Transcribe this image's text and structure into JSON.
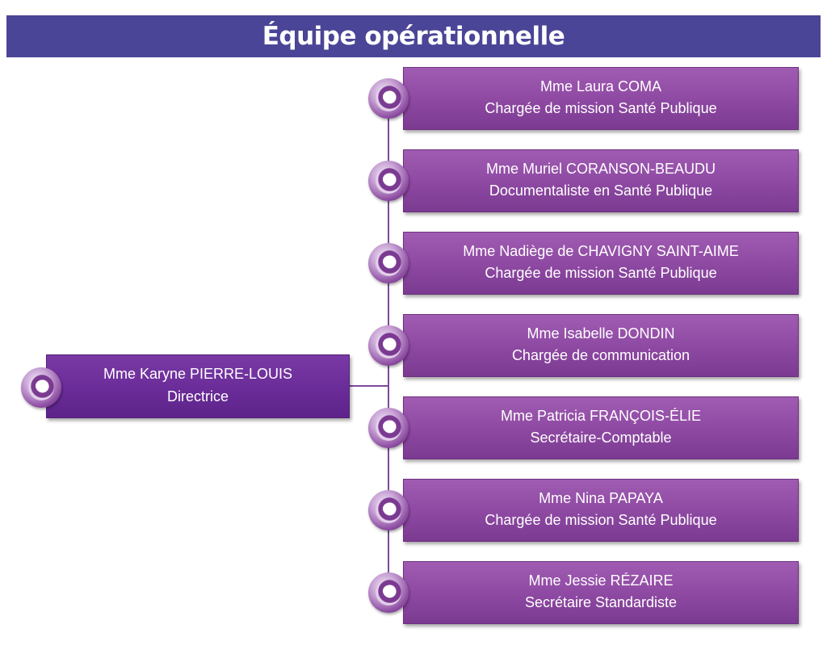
{
  "title": "Équipe opérationnelle",
  "director": {
    "name": "Mme Karyne PIERRE-LOUIS",
    "role": "Directrice"
  },
  "members": [
    {
      "name": "Mme Laura COMA",
      "role": "Chargée de mission Santé Publique"
    },
    {
      "name": "Mme Muriel CORANSON-BEAUDU",
      "role": "Documentaliste en Santé Publique"
    },
    {
      "name": "Mme Nadiège de CHAVIGNY SAINT-AIME",
      "role": "Chargée de mission Santé Publique"
    },
    {
      "name": "Mme Isabelle DONDIN",
      "role": "Chargée de communication"
    },
    {
      "name": "Mme Patricia FRANÇOIS-ÉLIE",
      "role": "Secrétaire-Comptable"
    },
    {
      "name": "Mme Nina PAPAYA",
      "role": "Chargée de mission Santé Publique"
    },
    {
      "name": "Mme Jessie RÉZAIRE",
      "role": "Secrétaire Standardiste"
    }
  ],
  "colors": {
    "title_bar": "#4a4596",
    "director_box": "#6a2c98",
    "member_box": "#8f4aa3",
    "connector": "#7d4a9a"
  },
  "icons": [
    "circle-badge-icon"
  ]
}
